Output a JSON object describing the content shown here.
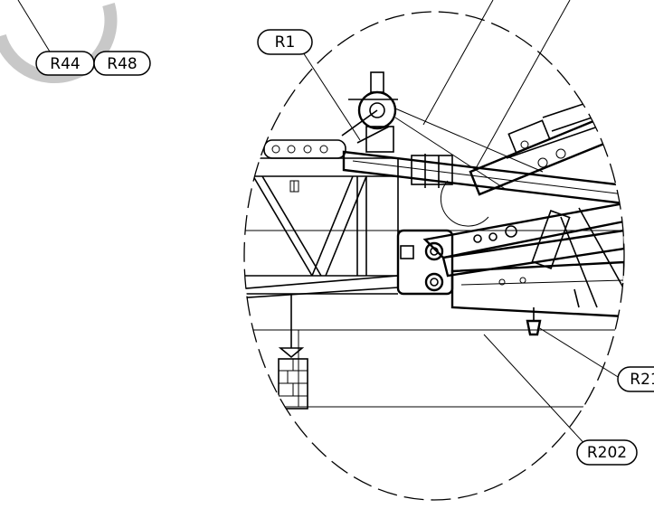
{
  "callouts": [
    {
      "id": "R1",
      "label": "R1"
    },
    {
      "id": "R44",
      "label": "R44"
    },
    {
      "id": "R48",
      "label": "R48"
    },
    {
      "id": "R21",
      "label": "R21"
    },
    {
      "id": "R202",
      "label": "R202"
    }
  ]
}
